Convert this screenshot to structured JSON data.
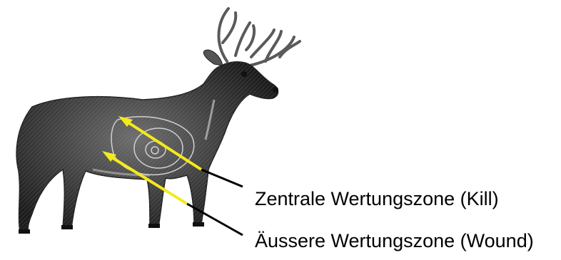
{
  "labels": {
    "kill": "Zentrale Wertungszone (Kill)",
    "wound": "Äussere Wertungszone (Wound)"
  },
  "icons": [
    "deer-target-illustration",
    "scoring-rings",
    "arrow-pointer"
  ],
  "colors": {
    "arrow_shaft": "#f4ea1a",
    "arrow_tail": "#000000",
    "deer_body": "#3f3f3f",
    "background": "#ffffff"
  }
}
